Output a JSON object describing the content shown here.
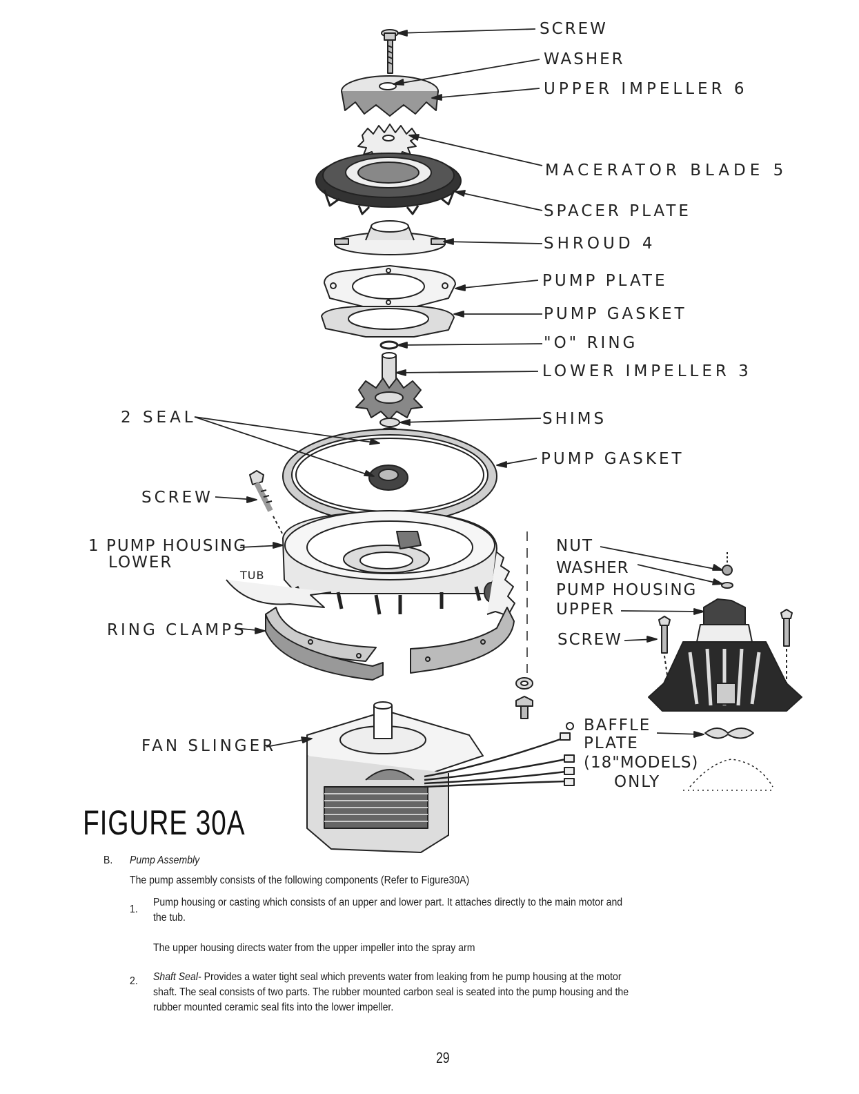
{
  "labels": {
    "screw_top": "SCREW",
    "washer_top": "WASHER",
    "upper_impeller": "UPPER IMPELLER 6",
    "macerator_blade": "MACERATOR BLADE 5",
    "spacer_plate": "SPACER PLATE",
    "shroud": "SHROUD 4",
    "pump_plate": "PUMP PLATE",
    "pump_gasket_upper": "PUMP GASKET",
    "o_ring": "\"O\" RING",
    "lower_impeller": "LOWER IMPELLER 3",
    "seal": "2 SEAL",
    "shims": "SHIMS",
    "pump_gasket_lower": "PUMP GASKET",
    "screw_left": "SCREW",
    "pump_housing_lower_1": "1 PUMP HOUSING",
    "pump_housing_lower_2": "LOWER",
    "tub": "TUB",
    "ring_clamps": "RING CLAMPS",
    "nut": "NUT",
    "washer_right": "WASHER",
    "pump_housing_upper_1": "PUMP HOUSING",
    "pump_housing_upper_2": "UPPER",
    "screw_right": "SCREW",
    "fan_slinger": "FAN SLINGER",
    "baffle_1": "BAFFLE",
    "baffle_2": "PLATE",
    "baffle_3": "(18\"MODELS)",
    "baffle_4": "ONLY"
  },
  "figure_title": "FIGURE 30A",
  "section": {
    "letter": "B.",
    "heading": "Pump Assembly",
    "intro": "The pump assembly consists of the following components (Refer to Figure30A)",
    "items": [
      {
        "num": "1.",
        "lines": [
          "Pump housing or casting which consists of an upper and lower part. It attaches directly to the main motor and",
          "the tub."
        ],
        "extra": "The upper housing directs water from the upper impeller into the spray arm"
      },
      {
        "num": "2.",
        "term": "Shaft Seal-",
        "lines": [
          "Provides a water tight seal which prevents water from leaking from  he pump housing at the motor",
          "shaft. The seal consists of two parts. The rubber mounted carbon seal is seated into the pump housing and the",
          "rubber mounted ceramic seal fits into the lower impeller."
        ]
      }
    ]
  },
  "page_number": "29"
}
